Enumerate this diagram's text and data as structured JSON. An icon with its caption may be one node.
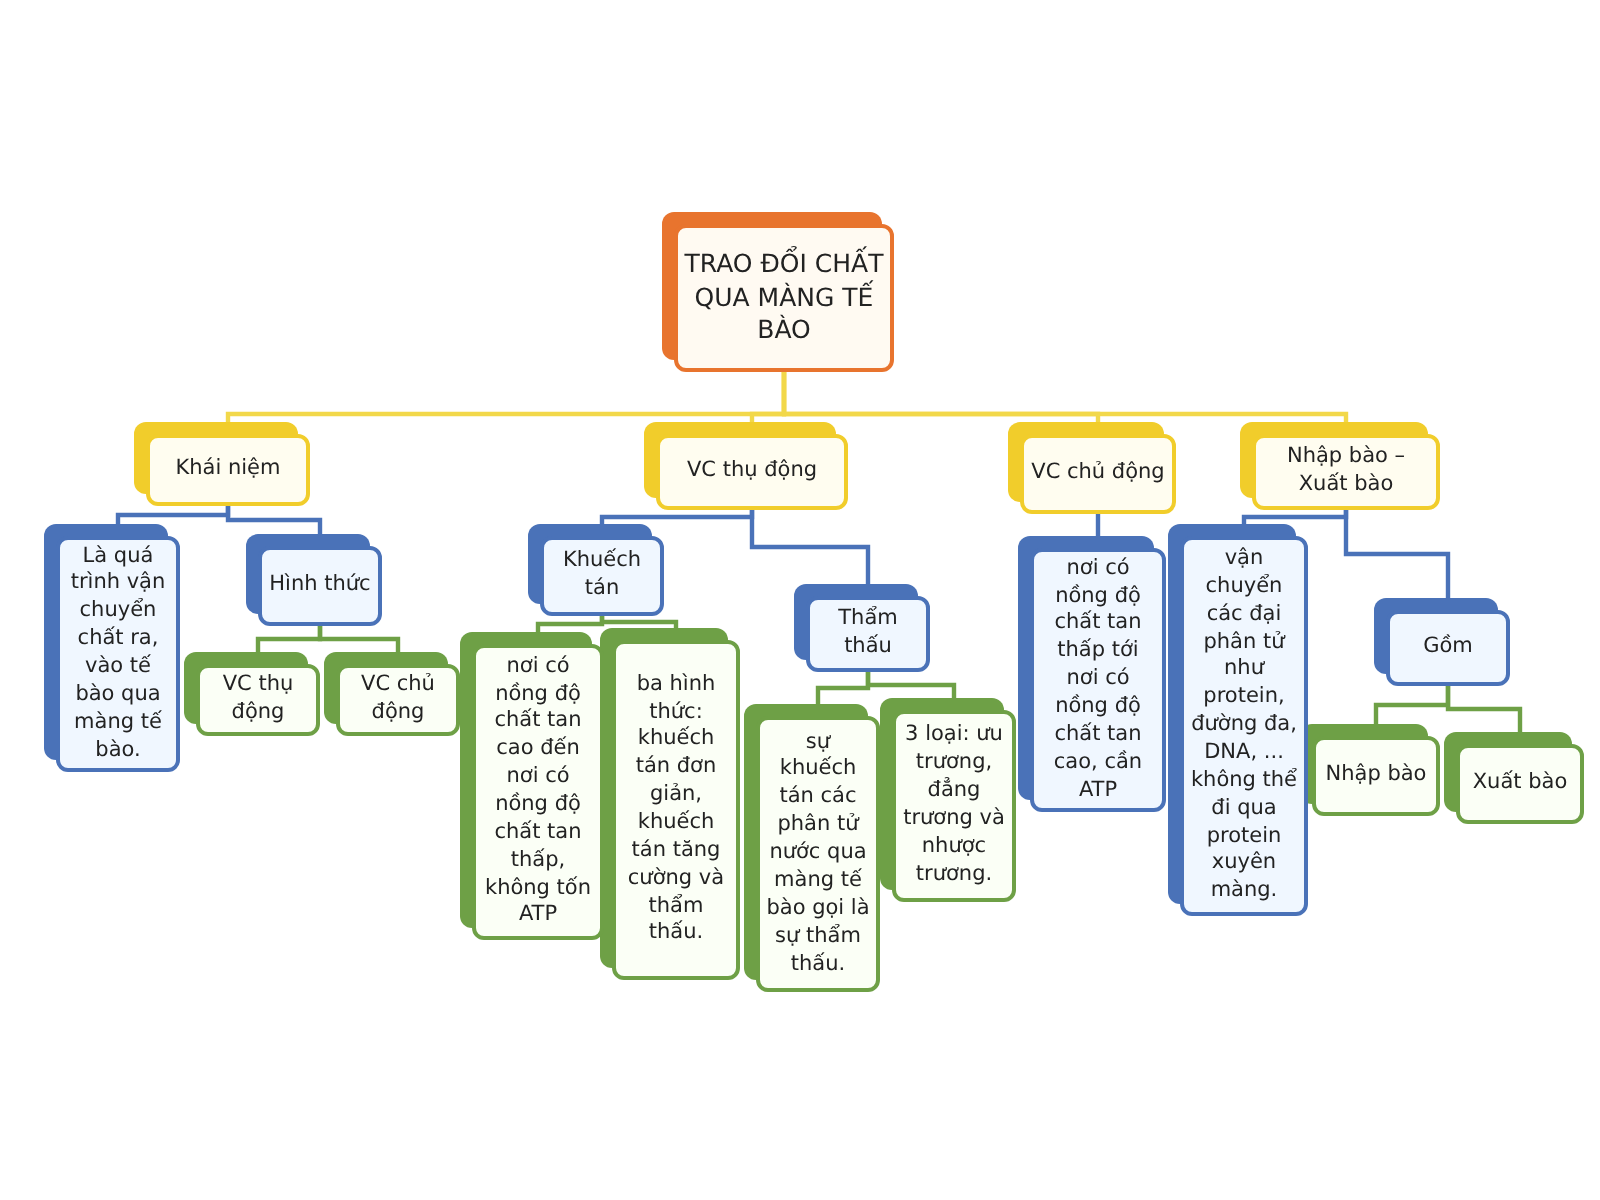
{
  "diagram": {
    "nodes": [
      {
        "text": [
          "TRAO ĐỔI CHẤT QUA MÀNG TẾ BÀO"
        ]
      },
      {
        "text": [
          "Khái niệm"
        ]
      },
      {
        "text": [
          "VC thụ động"
        ]
      },
      {
        "text": [
          "VC chủ động"
        ]
      },
      {
        "text": [
          "Nhập bào – Xuất bào"
        ]
      },
      {
        "text": [
          "Là quá trình vận chuyển chất ra, vào tế bào qua màng tế bào."
        ]
      },
      {
        "text": [
          "Hình thức"
        ]
      },
      {
        "text": [
          "VC thụ động"
        ]
      },
      {
        "text": [
          "VC chủ động"
        ]
      },
      {
        "text": [
          "Khuếch tán"
        ]
      },
      {
        "text": [
          "nơi có nồng độ chất tan cao đến nơi có nồng độ chất tan thấp, không tốn ATP"
        ]
      },
      {
        "text": [
          "ba hình thức: khuếch tán đơn giản, khuếch tán tăng cường và thẩm thấu."
        ]
      },
      {
        "text": [
          "Thẩm thấu"
        ]
      },
      {
        "text": [
          "sự khuếch tán các phân tử nước qua màng tế bào gọi là sự thẩm thấu."
        ]
      },
      {
        "text": [
          "3 loại: ưu trương, đẳng trương và nhược trương."
        ]
      },
      {
        "text": [
          "nơi có nồng độ chất tan thấp tới nơi có nồng độ chất tan cao, cần ATP"
        ]
      },
      {
        "text": [
          "vận chuyển các đại phân tử như protein, đường đa, DNA, ... không thể đi qua protein xuyên màng."
        ]
      },
      {
        "text": [
          "Gồm"
        ]
      },
      {
        "text": [
          "Nhập bào"
        ]
      },
      {
        "text": [
          "Xuất bào"
        ]
      }
    ],
    "edges": [
      {
        "from": 0,
        "to": 1,
        "arrow": "none",
        "color": "#f2d84a"
      },
      {
        "from": 0,
        "to": 2,
        "arrow": "none",
        "color": "#f2d84a"
      },
      {
        "from": 0,
        "to": 3,
        "arrow": "none",
        "color": "#f2d84a"
      },
      {
        "from": 0,
        "to": 4,
        "arrow": "none",
        "color": "#f2d84a"
      },
      {
        "from": 1,
        "to": 5,
        "arrow": "none",
        "color": "#4a72b8"
      },
      {
        "from": 1,
        "to": 6,
        "arrow": "none",
        "color": "#4a72b8"
      },
      {
        "from": 6,
        "to": 7,
        "arrow": "none"
      },
      {
        "from": 6,
        "to": 8,
        "arrow": "none"
      },
      {
        "from": 2,
        "to": 9,
        "arrow": "none",
        "color": "#4a72b8"
      },
      {
        "from": 2,
        "to": 12,
        "arrow": "none",
        "color": "#4a72b8"
      },
      {
        "from": 9,
        "to": 10,
        "arrow": "none"
      },
      {
        "from": 9,
        "to": 11,
        "arrow": "none"
      },
      {
        "from": 12,
        "to": 13,
        "arrow": "none"
      },
      {
        "from": 12,
        "to": 14,
        "arrow": "none"
      },
      {
        "from": 3,
        "to": 15,
        "arrow": "none",
        "color": "#4a72b8"
      },
      {
        "from": 4,
        "to": 16,
        "arrow": "none",
        "color": "#4a72b8"
      },
      {
        "from": 4,
        "to": 17,
        "arrow": "none",
        "color": "#4a72b8"
      },
      {
        "from": 17,
        "to": 18,
        "arrow": "none"
      },
      {
        "from": 17,
        "to": 19,
        "arrow": "none"
      }
    ]
  }
}
